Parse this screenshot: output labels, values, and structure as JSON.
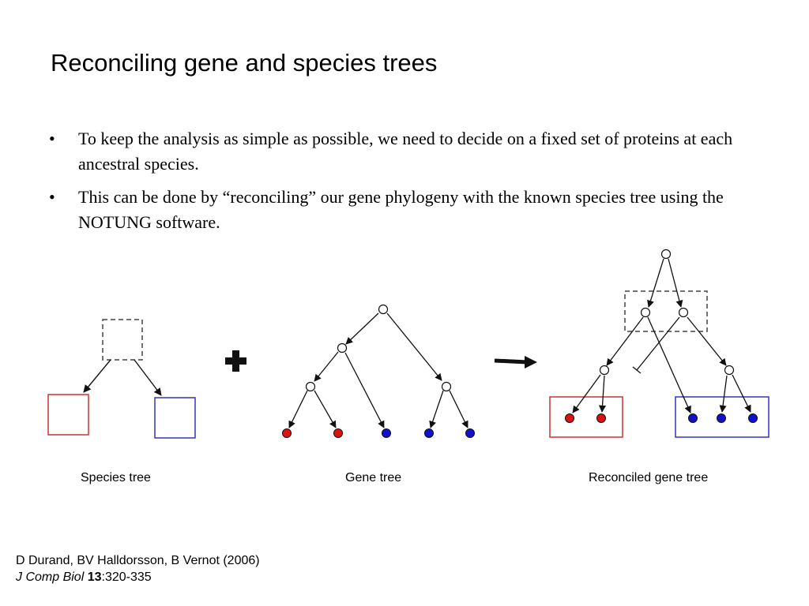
{
  "slide": {
    "title": "Reconciling gene and species trees",
    "bullets": [
      {
        "symbol": "•",
        "text": "To keep the analysis as simple as possible, we need to decide on a fixed set of proteins at each ancestral species."
      },
      {
        "symbol": "•",
        "text": "This can be done by “reconciling” our gene phylogeny with the known species tree using the NOTUNG software."
      }
    ]
  },
  "diagram": {
    "captions": {
      "species_tree": "Species tree",
      "gene_tree": "Gene tree",
      "reconciled_tree": "Reconciled gene tree"
    },
    "colors": {
      "red": "#dd1111",
      "blue": "#1111cc",
      "red_box": "#cc3333",
      "blue_box": "#3333bb",
      "dashed_box": "#444444",
      "edge": "#111111"
    },
    "operators": [
      "plus-icon",
      "arrow-right-icon"
    ]
  },
  "citation": {
    "authors": "D Durand, BV Halldorsson, B Vernot (2006)",
    "journal": "J Comp Biol",
    "volume": "13",
    "pages": ":320-335"
  }
}
